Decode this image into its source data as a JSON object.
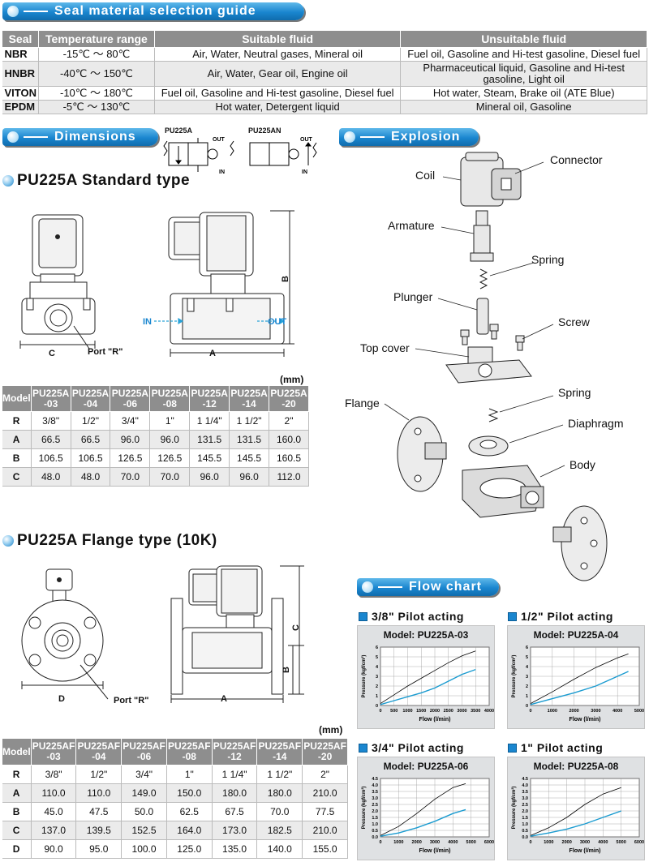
{
  "headers": {
    "seal": "Seal material selection guide",
    "dimensions": "Dimensions",
    "explosion": "Explosion",
    "flow": "Flow chart"
  },
  "seal_table": {
    "columns": [
      "Seal",
      "Temperature range",
      "Suitable fluid",
      "Unsuitable fluid"
    ],
    "rows": [
      {
        "seal": "NBR",
        "temp": "-15℃ ～ 80℃",
        "suitable": "Air, Water, Neutral gases, Mineral oil",
        "unsuitable": "Fuel oil, Gasoline and Hi-test gasoline, Diesel fuel"
      },
      {
        "seal": "HNBR",
        "temp": "-40℃ ～ 150℃",
        "suitable": "Air, Water, Gear oil, Engine oil",
        "unsuitable": "Pharmaceutical liquid, Gasoline and Hi-test gasoline, Light oil"
      },
      {
        "seal": "VITON",
        "temp": "-10℃ ～ 180℃",
        "suitable": "Fuel oil, Gasoline and Hi-test gasoline, Diesel fuel",
        "unsuitable": "Hot water, Steam, Brake oil (ATE Blue)"
      },
      {
        "seal": "EPDM",
        "temp": "-5℃ ～ 130℃",
        "suitable": "Hot water, Detergent liquid",
        "unsuitable": "Mineral oil, Gasoline"
      }
    ]
  },
  "symbols": {
    "a": "PU225A",
    "an": "PU225AN",
    "out": "OUT",
    "in": "IN"
  },
  "standard": {
    "title": "PU225A Standard type",
    "labels": {
      "c": "C",
      "port": "Port \"R\"",
      "a": "A",
      "b": "B",
      "in": "IN",
      "out": "OUT"
    },
    "unit": "(mm)",
    "table": {
      "corner": "Model",
      "models": [
        "PU225A -03",
        "PU225A -04",
        "PU225A -06",
        "PU225A -08",
        "PU225A -12",
        "PU225A -14",
        "PU225A -20"
      ],
      "rows": [
        {
          "label": "R",
          "values": [
            "3/8\"",
            "1/2\"",
            "3/4\"",
            "1\"",
            "1 1/4\"",
            "1 1/2\"",
            "2\""
          ]
        },
        {
          "label": "A",
          "values": [
            "66.5",
            "66.5",
            "96.0",
            "96.0",
            "131.5",
            "131.5",
            "160.0"
          ]
        },
        {
          "label": "B",
          "values": [
            "106.5",
            "106.5",
            "126.5",
            "126.5",
            "145.5",
            "145.5",
            "160.5"
          ]
        },
        {
          "label": "C",
          "values": [
            "48.0",
            "48.0",
            "70.0",
            "70.0",
            "96.0",
            "96.0",
            "112.0"
          ]
        }
      ]
    }
  },
  "flange": {
    "title": "PU225A Flange type (10K)",
    "labels": {
      "d": "D",
      "port": "Port \"R\"",
      "a": "A",
      "b": "B",
      "c": "C"
    },
    "unit": "(mm)",
    "table": {
      "corner": "Model",
      "models": [
        "PU225AF -03",
        "PU225AF -04",
        "PU225AF -06",
        "PU225AF -08",
        "PU225AF -12",
        "PU225AF -14",
        "PU225AF -20"
      ],
      "rows": [
        {
          "label": "R",
          "values": [
            "3/8\"",
            "1/2\"",
            "3/4\"",
            "1\"",
            "1 1/4\"",
            "1 1/2\"",
            "2\""
          ]
        },
        {
          "label": "A",
          "values": [
            "110.0",
            "110.0",
            "149.0",
            "150.0",
            "180.0",
            "180.0",
            "210.0"
          ]
        },
        {
          "label": "B",
          "values": [
            "45.0",
            "47.5",
            "50.0",
            "62.5",
            "67.5",
            "70.0",
            "77.5"
          ]
        },
        {
          "label": "C",
          "values": [
            "137.0",
            "139.5",
            "152.5",
            "164.0",
            "173.0",
            "182.5",
            "210.0"
          ]
        },
        {
          "label": "D",
          "values": [
            "90.0",
            "95.0",
            "100.0",
            "125.0",
            "135.0",
            "140.0",
            "155.0"
          ]
        }
      ]
    }
  },
  "explosion_parts": {
    "coil": "Coil",
    "connector": "Connector",
    "armature": "Armature",
    "spring1": "Spring",
    "plunger": "Plunger",
    "screw": "Screw",
    "top_cover": "Top cover",
    "spring2": "Spring",
    "flange": "Flange",
    "diaphragm": "Diaphragm",
    "body": "Body"
  },
  "chart_data": [
    {
      "type": "line",
      "title": "3/8\" Pilot acting",
      "model": "Model: PU225A-03",
      "xlabel": "Flow (l/min)",
      "ylabel": "Pressure (kgf/cm²)",
      "xlim": [
        0,
        4000
      ],
      "ylim": [
        0,
        6
      ],
      "xticks": [
        0,
        500,
        1000,
        1500,
        2000,
        2500,
        3000,
        3500,
        4000
      ],
      "yticks": [
        0,
        1,
        2,
        3,
        4,
        5,
        6
      ],
      "series": [
        {
          "color": "#000000",
          "x": [
            0,
            500,
            1000,
            1500,
            2000,
            2500,
            3000,
            3500
          ],
          "y": [
            0.2,
            1.1,
            2.0,
            2.8,
            3.6,
            4.4,
            5.1,
            5.6
          ]
        },
        {
          "color": "#1a9bd0",
          "x": [
            0,
            500,
            1000,
            1500,
            2000,
            2500,
            3000,
            3500
          ],
          "y": [
            0.1,
            0.5,
            0.9,
            1.3,
            1.8,
            2.5,
            3.2,
            3.7
          ]
        }
      ]
    },
    {
      "type": "line",
      "title": "1/2\" Pilot acting",
      "model": "Model: PU225A-04",
      "xlabel": "Flow (l/min)",
      "ylabel": "Pressure (kgf/cm²)",
      "xlim": [
        0,
        5000
      ],
      "ylim": [
        0,
        6
      ],
      "xticks": [
        0,
        1000,
        2000,
        3000,
        4000,
        5000
      ],
      "yticks": [
        0,
        1,
        2,
        3,
        4,
        5,
        6
      ],
      "series": [
        {
          "color": "#000000",
          "x": [
            0,
            1000,
            2000,
            3000,
            4000,
            4500
          ],
          "y": [
            0.2,
            1.4,
            2.7,
            3.9,
            4.9,
            5.3
          ]
        },
        {
          "color": "#1a9bd0",
          "x": [
            0,
            1000,
            2000,
            3000,
            4000,
            4500
          ],
          "y": [
            0.1,
            0.7,
            1.3,
            2.0,
            3.0,
            3.5
          ]
        }
      ]
    },
    {
      "type": "line",
      "title": "3/4\" Pilot acting",
      "model": "Model: PU225A-06",
      "xlabel": "Flow (l/min)",
      "ylabel": "Pressure (kgf/cm²)",
      "xlim": [
        0,
        6000
      ],
      "ylim": [
        0,
        4.5
      ],
      "xticks": [
        0,
        1000,
        2000,
        3000,
        4000,
        5000,
        6000
      ],
      "yticks": [
        0,
        0.5,
        1.0,
        1.5,
        2.0,
        2.5,
        3.0,
        3.5,
        4.0,
        4.5
      ],
      "series": [
        {
          "color": "#000000",
          "x": [
            0,
            1000,
            2000,
            3000,
            4000,
            4700
          ],
          "y": [
            0.1,
            0.8,
            1.8,
            2.9,
            3.8,
            4.1
          ]
        },
        {
          "color": "#1a9bd0",
          "x": [
            0,
            1000,
            2000,
            3000,
            4000,
            4700
          ],
          "y": [
            0.05,
            0.3,
            0.7,
            1.2,
            1.8,
            2.1
          ]
        }
      ]
    },
    {
      "type": "line",
      "title": "1\" Pilot acting",
      "model": "Model: PU225A-08",
      "xlabel": "Flow (l/min)",
      "ylabel": "Pressure (kgf/cm²)",
      "xlim": [
        0,
        6000
      ],
      "ylim": [
        0,
        4.5
      ],
      "xticks": [
        0,
        1000,
        2000,
        3000,
        4000,
        5000,
        6000
      ],
      "yticks": [
        0,
        0.5,
        1.0,
        1.5,
        2.0,
        2.5,
        3.0,
        3.5,
        4.0,
        4.5
      ],
      "series": [
        {
          "color": "#000000",
          "x": [
            0,
            1000,
            2000,
            3000,
            4000,
            5000
          ],
          "y": [
            0.1,
            0.7,
            1.5,
            2.5,
            3.3,
            3.8
          ]
        },
        {
          "color": "#1a9bd0",
          "x": [
            0,
            1000,
            2000,
            3000,
            4000,
            5000
          ],
          "y": [
            0.05,
            0.3,
            0.6,
            1.0,
            1.5,
            2.0
          ]
        }
      ]
    }
  ]
}
